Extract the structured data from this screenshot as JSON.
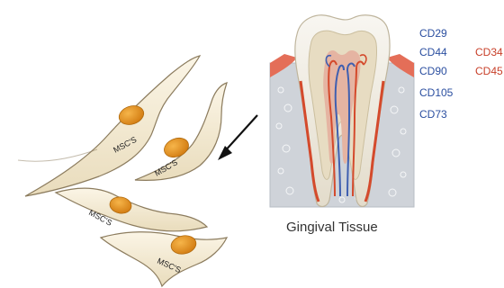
{
  "caption": "Gingival Tissue",
  "positive_markers": [
    "CD29",
    "CD44",
    "CD90",
    "CD105",
    "CD73"
  ],
  "negative_markers": [
    "CD34",
    "CD45"
  ],
  "cells": [
    "MSC'S",
    "MSC'S",
    "MSC'S",
    "MSC'S"
  ],
  "colors": {
    "positive_marker": "#2b4fa0",
    "negative_marker": "#c8402a",
    "cell_body": "#f3ead2",
    "cell_outline": "#8c7c5e",
    "nucleus": "#e8961e",
    "enamel": "#f1efe9",
    "dentin": "#e7dcc2",
    "pulp": "#e5b4a2",
    "artery": "#d44a2c",
    "vein": "#3f5fb0",
    "bone": "#cfd3d9",
    "gum": "#e46e58"
  }
}
